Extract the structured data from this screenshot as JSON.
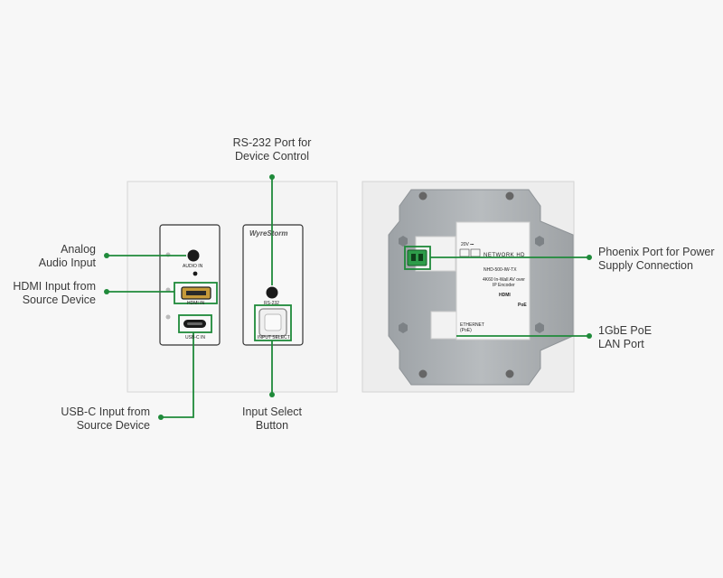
{
  "callouts": {
    "rs232": [
      "RS-232 Port for",
      "Device Control"
    ],
    "analog_audio": [
      "Analog",
      "Audio Input"
    ],
    "hdmi": [
      "HDMI Input from",
      "Source Device"
    ],
    "usbc": [
      "USB-C Input from",
      "Source Device"
    ],
    "input_select": [
      "Input Select",
      "Button"
    ],
    "phoenix": [
      "Phoenix Port for Power",
      "Supply Connection"
    ],
    "lan": [
      "1GbE PoE",
      "LAN Port"
    ]
  },
  "front_panel": {
    "brand": "WyreStorm",
    "audio_in": "AUDIO IN",
    "hdmi_in": "HDMI IN",
    "usbc_in": "USB-C IN",
    "rs232": "RS-232",
    "input_select": "INPUT SELECT"
  },
  "back_panel": {
    "voltage": "20V ⎓",
    "brand": "NETWORK HD",
    "model": "NHD-500-IW-TX",
    "desc1": "4K60 In-Wall AV over",
    "desc2": "IP Encoder",
    "ethernet": "ETHERNET",
    "poe": "(PoE)",
    "poe_logo": "PoE",
    "hdmi_logo": "HDMI"
  },
  "colors": {
    "accent": "#1f8a3a",
    "panel": "#f2f2f2",
    "metal": "#a9adb1"
  }
}
